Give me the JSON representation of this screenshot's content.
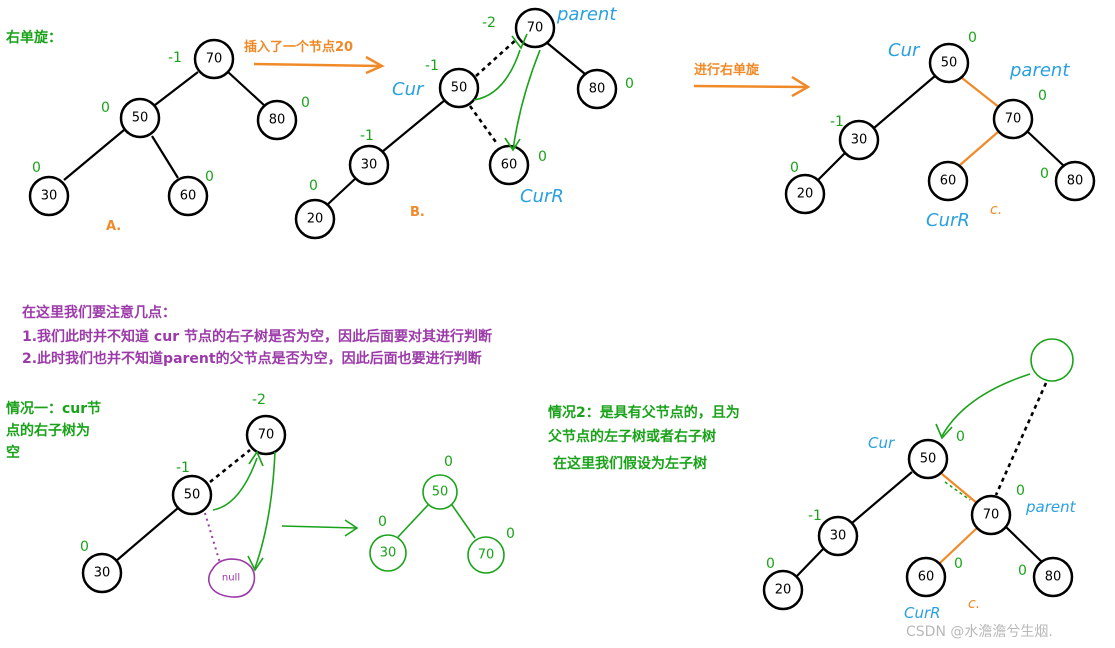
{
  "title_right_rotation": "右单旋：",
  "arrow1_label": "插入了一个节点20",
  "arrow2_label": "进行右单旋",
  "label_A": "A.",
  "label_B": "B.",
  "notes": {
    "heading": "在这里我们要注意几点：",
    "line1": "1.我们此时并不知道 cur 节点的右子树是否为空，因此后面要对其进行判断",
    "line2": "2.此时我们也并不知道parent的父节点是否为空，因此后面也要进行判断"
  },
  "case1": {
    "line1": "情况一：cur节",
    "line2": "点的右子树为",
    "line3": "空"
  },
  "case2": {
    "line1": "情况2：是具有父节点的，且为",
    "line2": "父节点的左子树或者右子树",
    "line3": "在这里我们假设为左子树"
  },
  "tags": {
    "cur": "Cur",
    "curR": "CurR",
    "parent": "parent",
    "c": "c.",
    "null": "null"
  },
  "balance": {
    "m1": "-1",
    "m2": "-2",
    "zero": "0"
  },
  "nodes": {
    "n20": "20",
    "n30": "30",
    "n50": "50",
    "n60": "60",
    "n70": "70",
    "n80": "80"
  },
  "watermark": "CSDN @水澹澹兮生烟."
}
